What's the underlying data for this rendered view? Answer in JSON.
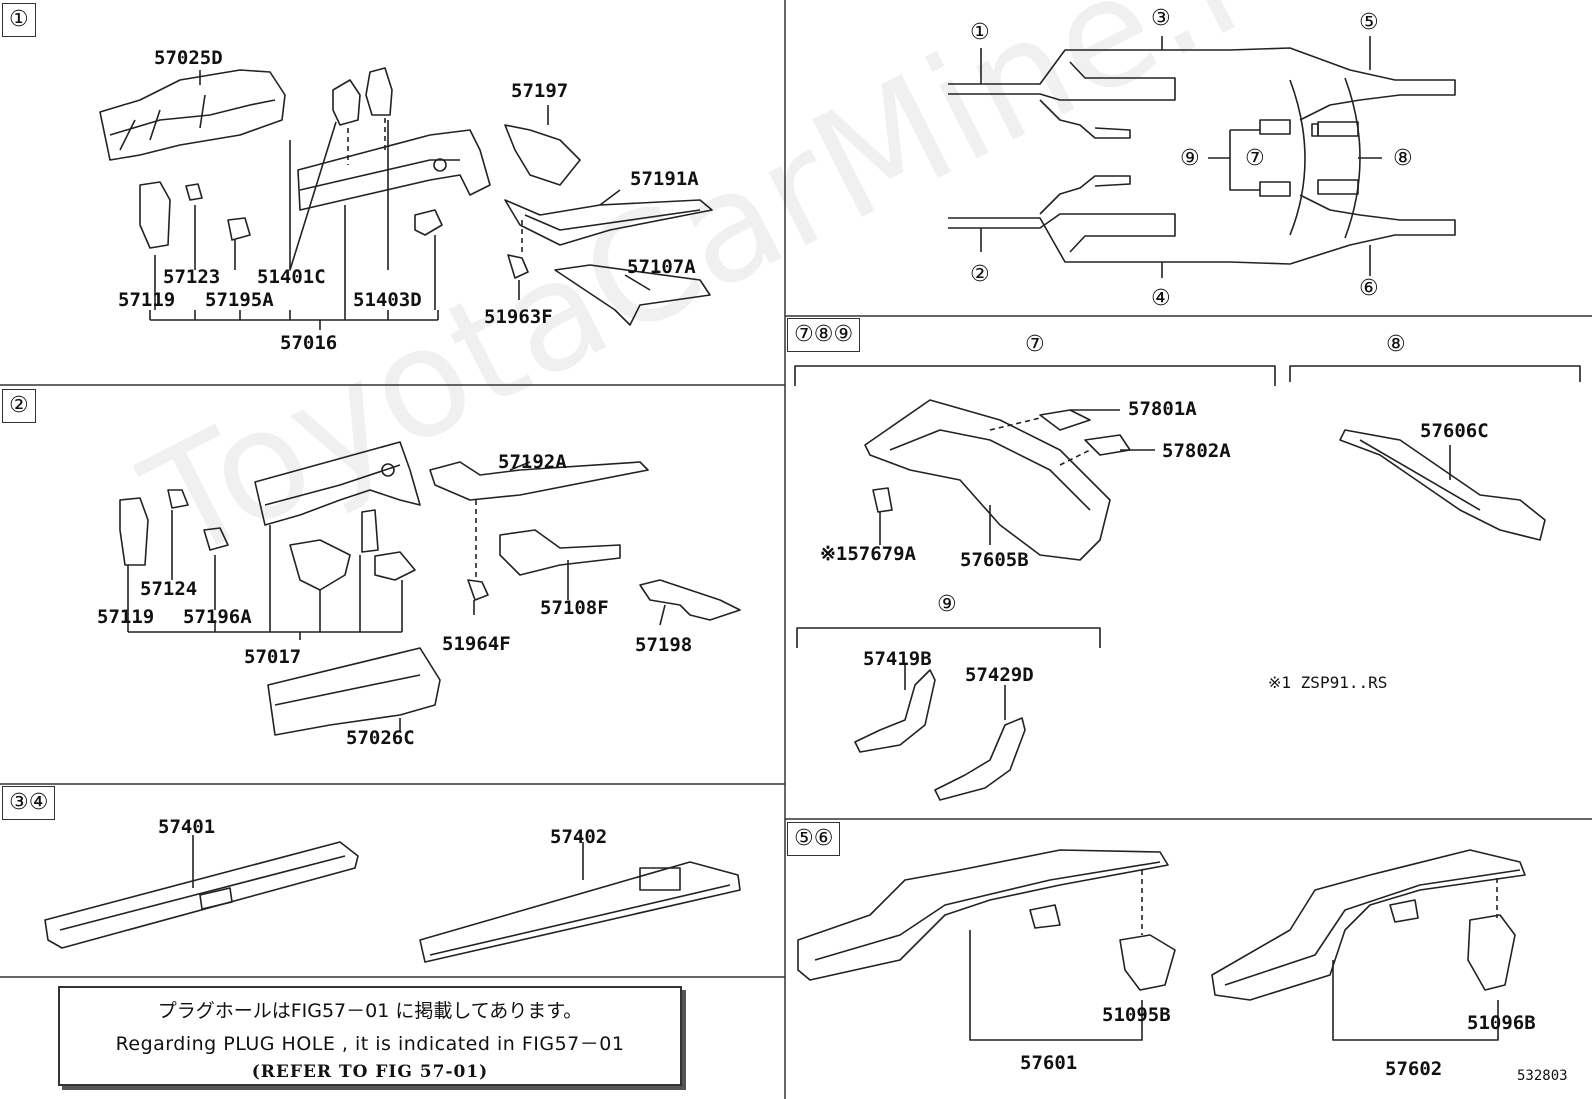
{
  "watermark": "ToyotaCarMine.ru",
  "figure_code": "532803",
  "note": {
    "line1": "プラグホールはFIG57－01 に掲載してあります。",
    "line2": "Regarding PLUG HOLE , it is indicated in FIG57－01",
    "line3": "(REFER TO FIG 57-01)"
  },
  "footnote": "※1 ZSP91..RS",
  "section_tabs": {
    "s1": "①",
    "s2": "②",
    "s34": "③④",
    "s789": "⑦⑧⑨",
    "s56": "⑤⑥"
  },
  "overview_markers": {
    "m1": "①",
    "m2": "②",
    "m3": "③",
    "m4": "④",
    "m5": "⑤",
    "m6": "⑥",
    "m7": "⑦",
    "m8": "⑧",
    "m9": "⑨"
  },
  "subsection_headers": {
    "h7": "⑦",
    "h8": "⑧",
    "h9": "⑨"
  },
  "parts": {
    "p57025D": "57025D",
    "p57197": "57197",
    "p57191A": "57191A",
    "p57107A": "57107A",
    "p51963F": "51963F",
    "p57123": "57123",
    "p51401C": "51401C",
    "p57119a": "57119",
    "p57195A": "57195A",
    "p51403D": "51403D",
    "p57016": "57016",
    "p57192A": "57192A",
    "p57124": "57124",
    "p57119b": "57119",
    "p57196A": "57196A",
    "p57017": "57017",
    "p51964F": "51964F",
    "p57108F": "57108F",
    "p57198": "57198",
    "p57026C": "57026C",
    "p57401": "57401",
    "p57402": "57402",
    "p57801A": "57801A",
    "p57802A": "57802A",
    "p57679A": "※157679A",
    "p57605B": "57605B",
    "p57606C": "57606C",
    "p57419B": "57419B",
    "p57429D": "57429D",
    "p57601": "57601",
    "p51095B": "51095B",
    "p57602": "57602",
    "p51096B": "51096B"
  }
}
